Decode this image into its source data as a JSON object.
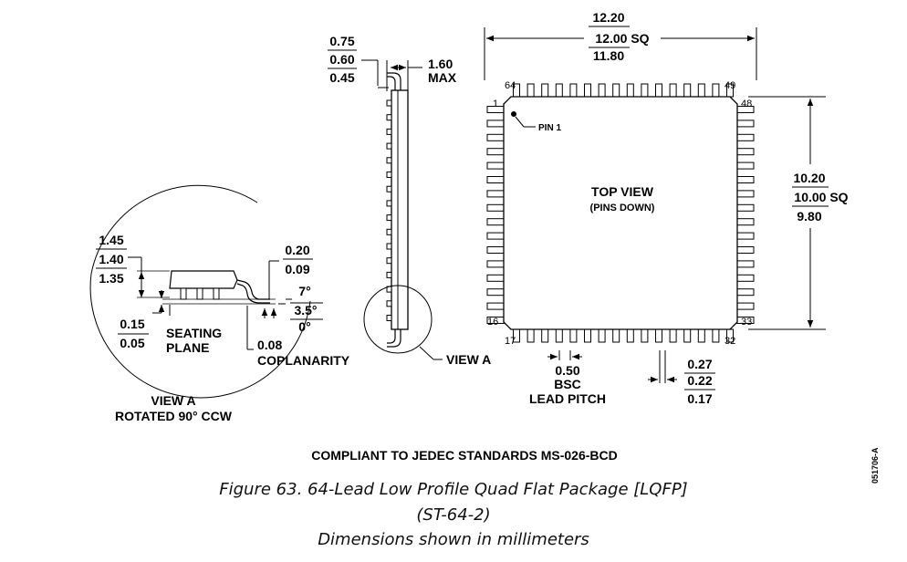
{
  "top_view": {
    "width_dims": [
      "12.20",
      "12.00 SQ",
      "11.80"
    ],
    "height_dims": [
      "10.20",
      "10.00 SQ",
      "9.80"
    ],
    "label_main": "TOP VIEW",
    "label_sub": "(PINS DOWN)",
    "pin1_label": "PIN 1",
    "pin_numbers": [
      "1",
      "16",
      "17",
      "32",
      "33",
      "48",
      "49",
      "64"
    ],
    "pitch_dims": [
      "0.50",
      "BSC",
      "LEAD PITCH"
    ],
    "lead_width_dims": [
      "0.27",
      "0.22",
      "0.17"
    ]
  },
  "side_view": {
    "lead_dims": [
      "0.75",
      "0.60",
      "0.45"
    ],
    "height_dims": [
      "1.60",
      "MAX"
    ],
    "view_a_label": "VIEW A"
  },
  "detail_view": {
    "height_dims": [
      "1.45",
      "1.40",
      "1.35"
    ],
    "standoff_dims": [
      "0.15",
      "0.05"
    ],
    "lead_thickness_dims": [
      "0.20",
      "0.09"
    ],
    "angle_dims": [
      "7°",
      "3.5°",
      "0°"
    ],
    "seating_plane": [
      "SEATING",
      "PLANE"
    ],
    "coplanarity": [
      "0.08",
      "COPLANARITY"
    ],
    "title": "VIEW A",
    "subtitle": "ROTATED 90° CCW"
  },
  "compliance": "COMPLIANT TO JEDEC STANDARDS MS-026-BCD",
  "caption": {
    "line1": "Figure 63. 64-Lead Low Profile Quad Flat Package [LQFP]",
    "line2": "(ST-64-2)",
    "line3": "Dimensions shown in millimeters"
  },
  "drawing_code": "051706-A"
}
